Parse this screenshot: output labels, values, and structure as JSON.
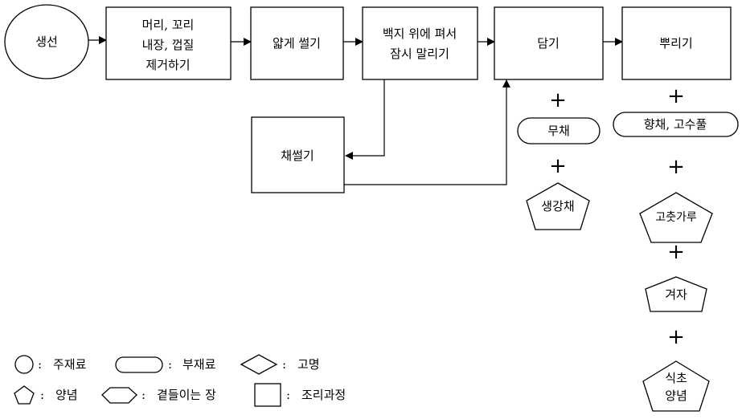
{
  "main_ingredient": "생선",
  "steps": {
    "step1": [
      "머리, 꼬리",
      "내장, 껍질",
      "제거하기"
    ],
    "step2": "얇게 썰기",
    "step3": [
      "백지 위에 펴서",
      "잠시 말리기"
    ],
    "step4": "담기",
    "step5": "뿌리기",
    "julienne": "채썰기"
  },
  "dish_additions": {
    "side": "무채",
    "seasoning": "생강채"
  },
  "sprinkle_additions": {
    "side": "향채, 고수풀",
    "seasoning1": "고춧가루",
    "seasoning2": "겨자",
    "seasoning3": [
      "식초",
      "양념"
    ]
  },
  "plus_sign": "+",
  "legend": {
    "main": "주재료",
    "sub": "부재료",
    "garnish": "고명",
    "seasoning": "양념",
    "side_sauce": "곁들이는 장",
    "process": "조리과정",
    "separator": ":"
  }
}
